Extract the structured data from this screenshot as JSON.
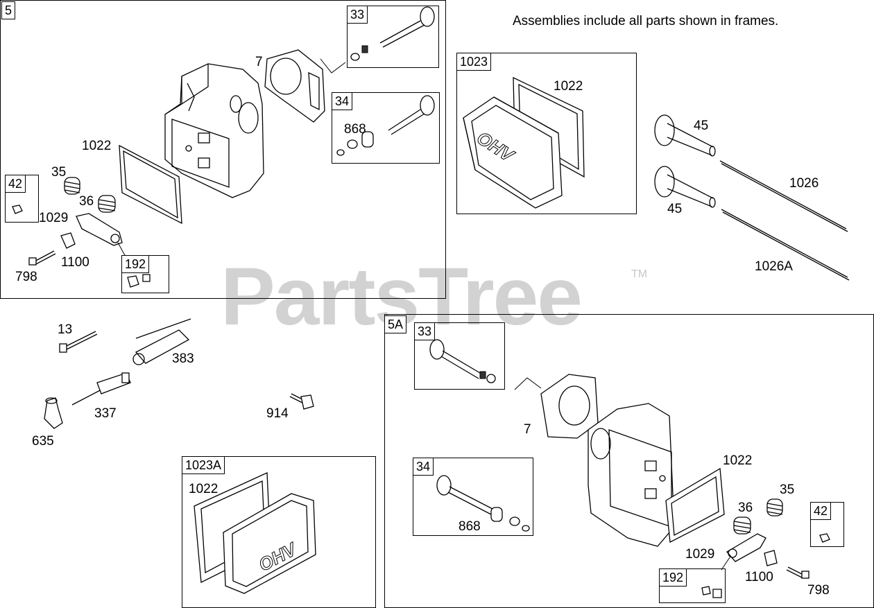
{
  "watermark": "PartsTree",
  "trademark": "TM",
  "note": "Assemblies include all parts shown in frames.",
  "frames": {
    "f5": "5",
    "f33": "33",
    "f34": "34",
    "f42": "42",
    "f192": "192",
    "f1023": "1023",
    "f1023A": "1023A",
    "f5A": "5A",
    "f33b": "33",
    "f34b": "34",
    "f42b": "42",
    "f192b": "192"
  },
  "labels": {
    "l7": "7",
    "l1022a": "1022",
    "l35a": "35",
    "l36a": "36",
    "l1029a": "1029",
    "l1100a": "1100",
    "l798a": "798",
    "l868a": "868",
    "l1022b": "1022",
    "l45a": "45",
    "l45b": "45",
    "l1026": "1026",
    "l1026A": "1026A",
    "l13": "13",
    "l383": "383",
    "l337": "337",
    "l914": "914",
    "l635": "635",
    "l1022c": "1022",
    "l7b": "7",
    "l1022d": "1022",
    "l35b": "35",
    "l36b": "36",
    "l868b": "868",
    "l1029b": "1029",
    "l1100b": "1100",
    "l798b": "798"
  },
  "cover_text": "OHV"
}
